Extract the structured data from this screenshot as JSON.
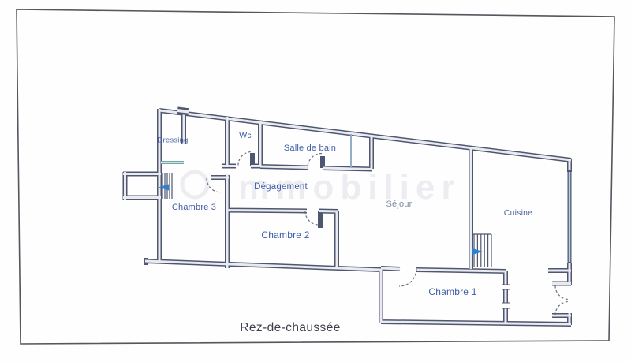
{
  "page": {
    "caption": "Rez-de-chaussée"
  },
  "watermark": {
    "text": "immobilier"
  },
  "rooms": [
    {
      "id": "dressing",
      "label": "Dressing"
    },
    {
      "id": "wc",
      "label": "Wc"
    },
    {
      "id": "salle-de-bain",
      "label": "Salle de bain"
    },
    {
      "id": "degagement",
      "label": "Dégagement"
    },
    {
      "id": "chambre-3",
      "label": "Chambre 3"
    },
    {
      "id": "chambre-2",
      "label": "Chambre 2"
    },
    {
      "id": "sejour",
      "label": "Séjour"
    },
    {
      "id": "cuisine",
      "label": "Cuisine"
    },
    {
      "id": "chambre-1",
      "label": "Chambre 1"
    }
  ],
  "colors": {
    "wall": "#4e5670",
    "wall_fill": "#e9ebf0",
    "window": "#b7d2e6",
    "stair_arrow": "#2e7ed2",
    "closet_shelf": "#74a9a9",
    "door_arc": "#6a6f7d",
    "label_blue": "#3f5ca8",
    "caption_gray": "#3d4049",
    "border": "#55565e",
    "watermark": "#ededf1"
  }
}
